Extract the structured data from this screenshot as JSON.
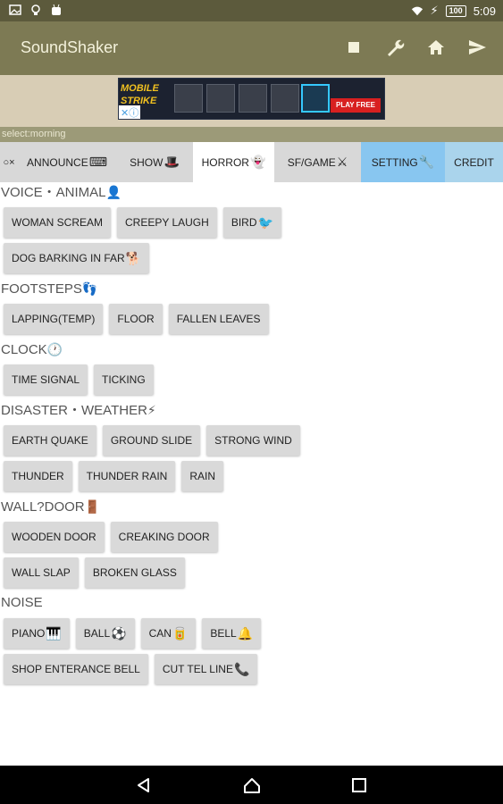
{
  "status_bar": {
    "time": "5:09",
    "battery": "100"
  },
  "app": {
    "title": "SoundShaker"
  },
  "ad": {
    "brand": "MOBILE STRIKE",
    "cta": "PLAY FREE"
  },
  "select_text": "select:morning",
  "tabs": [
    {
      "label": "○×",
      "icon": ""
    },
    {
      "label": "ANNOUNCE",
      "icon": "⌨"
    },
    {
      "label": "SHOW",
      "icon": "🎩"
    },
    {
      "label": "HORROR",
      "icon": "👻"
    },
    {
      "label": "SF/GAME",
      "icon": "⚔"
    },
    {
      "label": "SETTING",
      "icon": "🔧"
    },
    {
      "label": "CREDIT",
      "icon": ""
    }
  ],
  "sections": [
    {
      "title": "VOICE・ANIMAL",
      "icon": "👤",
      "rows": [
        [
          {
            "label": "WOMAN SCREAM",
            "icon": ""
          },
          {
            "label": "CREEPY LAUGH",
            "icon": ""
          },
          {
            "label": "BIRD",
            "icon": "🐦"
          }
        ],
        [
          {
            "label": "DOG BARKING IN FAR",
            "icon": "🐕"
          }
        ]
      ]
    },
    {
      "title": "FOOTSTEPS",
      "icon": "👣",
      "rows": [
        [
          {
            "label": "LAPPING(TEMP)",
            "icon": ""
          },
          {
            "label": "FLOOR",
            "icon": ""
          },
          {
            "label": "FALLEN LEAVES",
            "icon": ""
          }
        ]
      ]
    },
    {
      "title": "CLOCK",
      "icon": "🕐",
      "rows": [
        [
          {
            "label": "TIME SIGNAL",
            "icon": ""
          },
          {
            "label": "TICKING",
            "icon": ""
          }
        ]
      ]
    },
    {
      "title": "DISASTER・WEATHER",
      "icon": "⚡",
      "rows": [
        [
          {
            "label": "EARTH QUAKE",
            "icon": ""
          },
          {
            "label": "GROUND SLIDE",
            "icon": ""
          },
          {
            "label": "STRONG WIND",
            "icon": ""
          }
        ],
        [
          {
            "label": "THUNDER",
            "icon": ""
          },
          {
            "label": "THUNDER RAIN",
            "icon": ""
          },
          {
            "label": "RAIN",
            "icon": ""
          }
        ]
      ]
    },
    {
      "title": "WALL?DOOR",
      "icon": "🚪",
      "rows": [
        [
          {
            "label": "WOODEN DOOR",
            "icon": ""
          },
          {
            "label": "CREAKING DOOR",
            "icon": ""
          }
        ],
        [
          {
            "label": "WALL SLAP",
            "icon": ""
          },
          {
            "label": "BROKEN GLASS",
            "icon": ""
          }
        ]
      ]
    },
    {
      "title": "NOISE",
      "icon": "",
      "rows": [
        [
          {
            "label": "PIANO",
            "icon": "🎹"
          },
          {
            "label": "BALL",
            "icon": "⚽"
          },
          {
            "label": "CAN",
            "icon": "🥫"
          },
          {
            "label": "BELL",
            "icon": "🔔"
          }
        ],
        [
          {
            "label": "SHOP ENTERANCE BELL",
            "icon": ""
          },
          {
            "label": "CUT TEL LINE",
            "icon": "📞"
          }
        ]
      ]
    }
  ]
}
